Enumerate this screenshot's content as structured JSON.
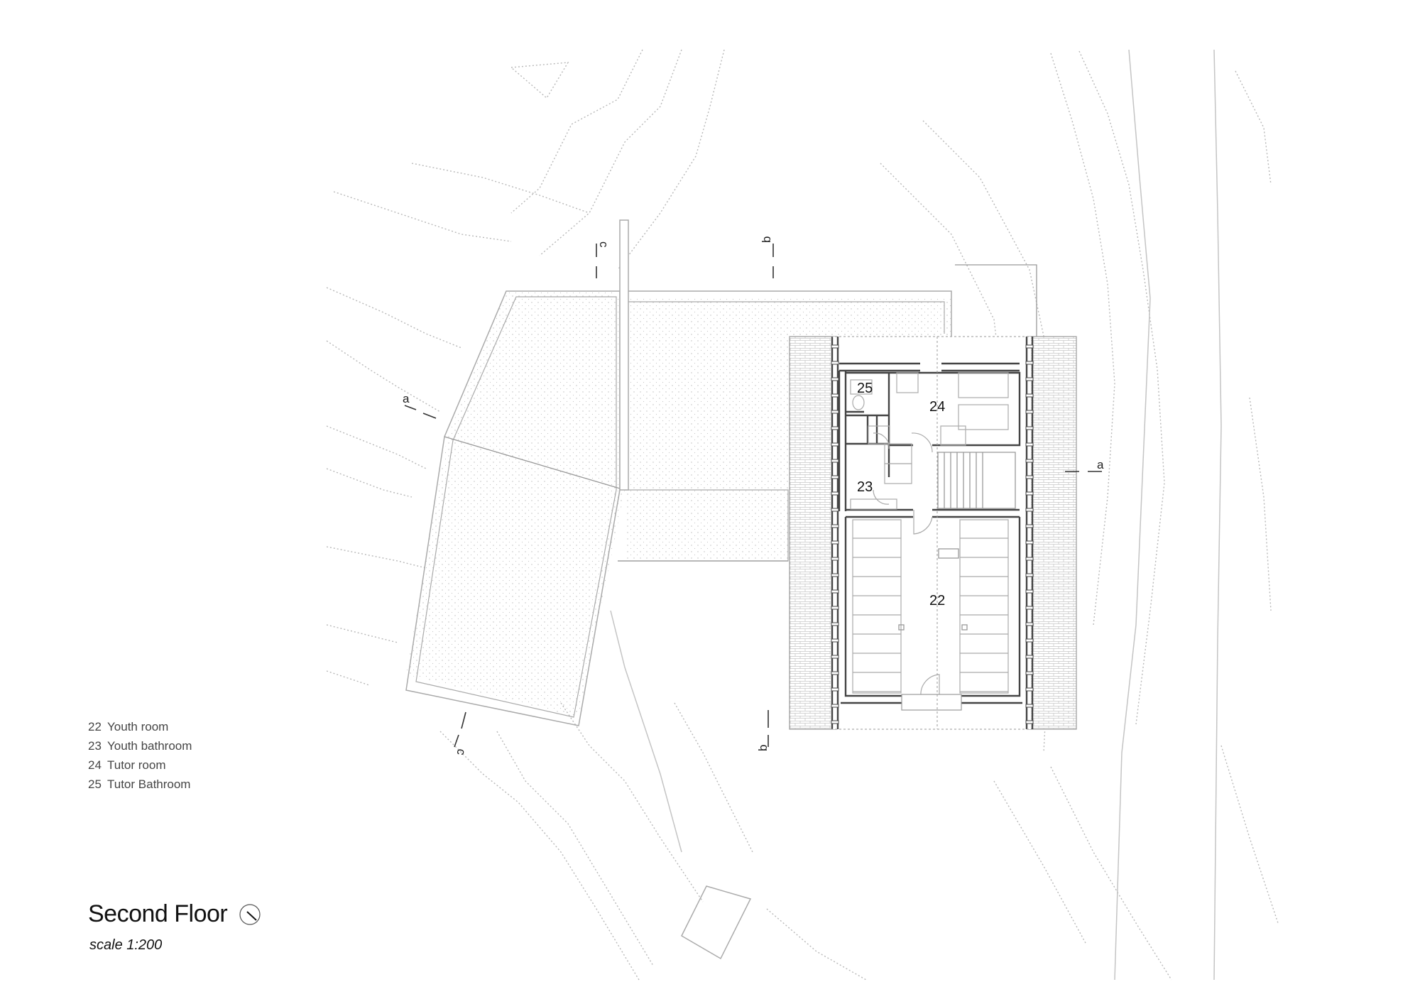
{
  "drawing": {
    "title": "Second Floor",
    "scale_label": "scale 1:200",
    "north_arrow": "north-arrow-icon"
  },
  "legend": [
    {
      "number": "22",
      "label": "Youth room"
    },
    {
      "number": "23",
      "label": "Youth bathroom"
    },
    {
      "number": "24",
      "label": "Tutor room"
    },
    {
      "number": "25",
      "label": "Tutor Bathroom"
    }
  ],
  "rooms": {
    "r22": "22",
    "r23": "23",
    "r24": "24",
    "r25": "25"
  },
  "sections": {
    "a": "a",
    "b": "b",
    "c": "c"
  }
}
